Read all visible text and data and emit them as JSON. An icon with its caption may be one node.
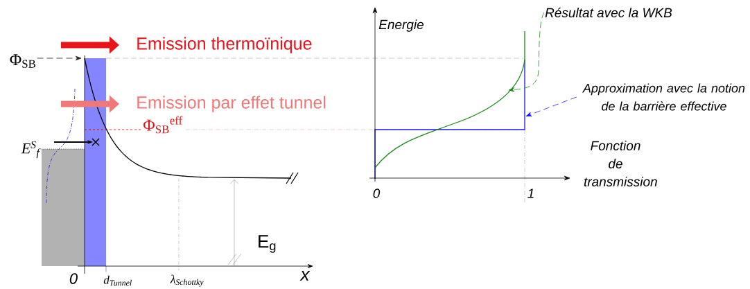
{
  "diagram": {
    "nodes": [
      {
        "text": [
          "Résultat avec la WKB"
        ]
      },
      {
        "text": [
          "Approximation avec la notion de la barrière effective"
        ]
      },
      {
        "text": [
          "Φ$_{SB}$"
        ]
      }
    ],
    "edges": [
      {
        "from": 0,
        "to": null,
        "arrow": "to",
        "style": "dashed",
        "color": "#1a8a1a"
      },
      {
        "from": 1,
        "to": null,
        "arrow": "to",
        "style": "dashed",
        "color": "#1a1aee"
      },
      {
        "from": 2,
        "to": null,
        "arrow": "to",
        "style": "dashed",
        "color": "#222222"
      }
    ],
    "labels": [
      "Emission thermoïnique",
      "Energie",
      "Emission par effet tunnel",
      "Φ$_{SB}$$^{eff}$",
      "E$^{S}$$_{f}$",
      "Fonction de transmission",
      "0",
      "1",
      "E$_{g}$",
      "0",
      "d$_{Tunnel}$",
      "λ$_{Schottky}$",
      "x"
    ]
  }
}
